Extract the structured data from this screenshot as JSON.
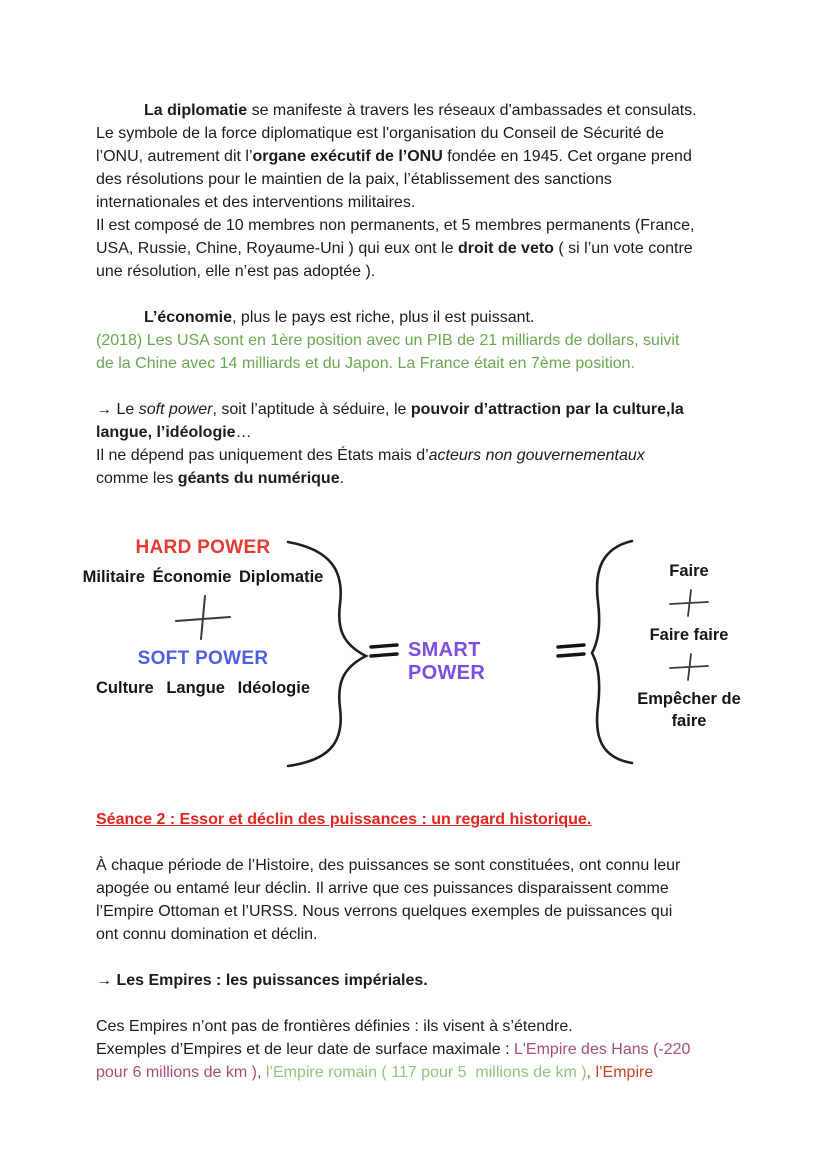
{
  "colors": {
    "text": "#1c1c1c",
    "diagram_text": "#161616",
    "green": "#6aa84f",
    "light_green": "#93c47d",
    "heading_red": "#e2251e",
    "hard_power_red": "#e53b33",
    "soft_power_blue": "#4d5fe4",
    "smart_power_purple": "#7e4ee3",
    "hans_magenta": "#a64d79",
    "empire_orange": "#cc4125",
    "stroke": "#1f1f1f"
  },
  "icons": {
    "plus_icon": "+",
    "equals_icon": "=",
    "left_brace": "}",
    "right_brace": "{"
  },
  "content": {
    "paragraphs": {
      "p_diplomatie": {
        "runs": [
          {
            "t": "La diplomatie",
            "b": true
          },
          {
            "t": " se manifeste à travers les réseaux d'ambassades et consulats.",
            "br": true
          },
          {
            "t": "Le symbole de la force diplomatique est l'organisation du Conseil de Sécurité de",
            "br": true
          },
          {
            "t": "l’ONU, autrement dit l’"
          },
          {
            "t": "organe exécutif de l’ONU",
            "b": true
          },
          {
            "t": " fondée en 1945. Cet organe prend",
            "br": true
          },
          {
            "t": "des résolutions pour le maintien de la paix, l’établissement des sanctions",
            "br": true
          },
          {
            "t": "internationales et des interventions militaires.",
            "br": true
          },
          {
            "t": "Il est composé de 10 membres non permanents, et 5 membres permanents (France,",
            "br": true
          },
          {
            "t": "USA, Russie, Chine, Royaume-Uni ) qui eux ont le "
          },
          {
            "t": "droit de veto",
            "b": true
          },
          {
            "t": " ( si l’un vote contre",
            "br": true
          },
          {
            "t": "une résolution, elle n’est pas adoptée )."
          }
        ]
      },
      "p_economie": {
        "runs": [
          {
            "t": "L’économie",
            "b": true
          },
          {
            "t": ", plus le pays est riche, plus il est puissant.",
            "br": true
          },
          {
            "t": "(2018) Les USA sont en 1ère position avec un PIB de 21 milliards de dollars, suivit",
            "c": "#6aa84f",
            "br": true
          },
          {
            "t": "de la Chine avec 14 milliards et du Japon. La France était en 7ème position.",
            "c": "#6aa84f"
          }
        ]
      },
      "p_softpower": {
        "runs": [
          {
            "t": "→ Le "
          },
          {
            "t": "soft power",
            "i": true
          },
          {
            "t": ", soit l’aptitude à séduire, le "
          },
          {
            "t": "pouvoir d’attraction par la culture,la",
            "b": true,
            "br": true
          },
          {
            "t": "langue, l’idéologie",
            "b": true
          },
          {
            "t": "…",
            "br": true
          },
          {
            "t": "Il ne dépend pas uniquement des États mais d’"
          },
          {
            "t": "acteurs non gouvernementaux",
            "i": true,
            "br": true
          },
          {
            "t": "comme les "
          },
          {
            "t": "géants du numérique",
            "b": true
          },
          {
            "t": "."
          }
        ]
      },
      "heading": {
        "runs": [
          {
            "t": "Séance 2 : Essor et déclin des puissances : un regard historique.",
            "b": true,
            "u": true,
            "c": "#e2251e"
          }
        ]
      },
      "p_histoire": {
        "runs": [
          {
            "t": "À chaque période de l’Histoire, des puissances se sont constituées, ont connu leur",
            "br": true
          },
          {
            "t": "apogée ou entamé leur déclin. Il arrive que ces puissances disparaissent comme",
            "br": true
          },
          {
            "t": "l’Empire Ottoman et l’URSS. Nous verrons quelques exemples de puissances qui",
            "br": true
          },
          {
            "t": "ont connu domination et déclin."
          }
        ]
      },
      "p_empires_title": {
        "runs": [
          {
            "t": "→ "
          },
          {
            "t": "Les Empires : les puissances impériales.",
            "b": true
          }
        ]
      },
      "p_empires": {
        "runs": [
          {
            "t": "Ces Empires n’ont pas de frontières définies : ils visent à s’étendre.",
            "br": true
          },
          {
            "t": "Exemples d’Empires et de leur date de surface maximale : "
          },
          {
            "t": "L'Empire des Hans (-220",
            "c": "#a64d79",
            "br": true
          },
          {
            "t": "pour 6 millions de km ),",
            "c": "#a64d79"
          },
          {
            "t": " "
          },
          {
            "t": "l’Empire romain ( 117 pour 5  millions de km )",
            "c": "#93c47d"
          },
          {
            "t": ", ",
            "c": "#cc4125"
          },
          {
            "t": "l’Empire",
            "c": "#cc4125"
          }
        ]
      }
    },
    "diagram": {
      "hard_power": "HARD POWER",
      "hard_items": "Militaire Économie Diplomatie",
      "soft_power": "SOFT POWER",
      "soft_items": "Culture Langue Idéologie",
      "smart_power": "SMART POWER",
      "right_items": [
        "Faire",
        "Faire faire",
        "Empêcher de faire"
      ]
    }
  }
}
